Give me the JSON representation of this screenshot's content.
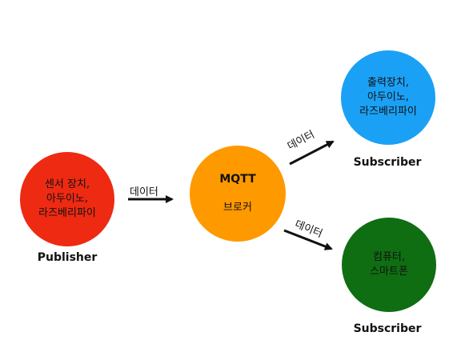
{
  "publisher": {
    "text": "센서 장치,\n아두이노,\n라즈베리파이",
    "role": "Publisher",
    "color": "#EE2A12"
  },
  "broker": {
    "title": "MQTT",
    "subtitle": "브로커",
    "color": "#FF9900"
  },
  "subscriber_top": {
    "text": "출력장치,\n아두이노,\n라즈베리파이",
    "role": "Subscriber",
    "color": "#1AA1F5"
  },
  "subscriber_bottom": {
    "text": "컴퓨터,\n스마트폰",
    "role": "Subscriber",
    "color": "#0F6E12"
  },
  "edges": {
    "publisher_to_broker": "데이터",
    "broker_to_top": "데이터",
    "broker_to_bottom": "데이터"
  }
}
